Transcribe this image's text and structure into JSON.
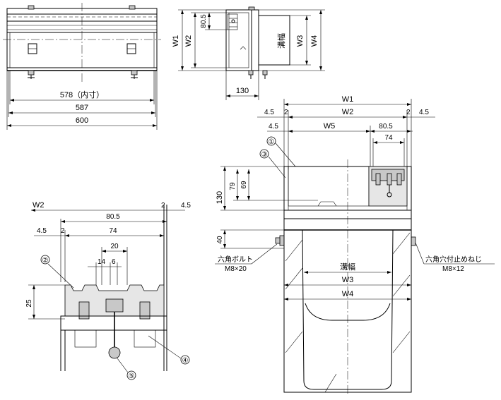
{
  "dims_top_left": {
    "inner": "578（内寸）",
    "mid": "587",
    "outer": "600"
  },
  "dims_top_middle": {
    "w1": "W1",
    "w2": "W2",
    "d805": "80.5",
    "d130": "130",
    "mizohaba": "溝幅",
    "w3": "W3",
    "w4": "W4"
  },
  "dims_right": {
    "w1": "W1",
    "w2": "W2",
    "d45a": "4.5",
    "d2a": "2",
    "d2b": "2",
    "d45b": "4.5",
    "d45c": "4.5",
    "w5": "W5",
    "d805": "80.5",
    "d74": "74",
    "d130": "130",
    "d79": "79",
    "d69": "69",
    "d40": "40",
    "mizohaba": "溝幅",
    "w3": "W3",
    "w4": "W4",
    "bolt_label": "六角ボルト",
    "bolt_spec": "M8×20",
    "nut_label": "六角穴付止めねじ",
    "nut_spec": "M8×12",
    "mark1": "①",
    "mark3": "③"
  },
  "dims_bottom_left": {
    "w2": "W2",
    "d2": "2",
    "d45": "4.5",
    "d805": "80.5",
    "d45b": "4.5",
    "d2b": "2",
    "d74": "74",
    "d20": "20",
    "d14": "14",
    "d6": "6",
    "d25": "25",
    "mark2": "②",
    "mark4": "④",
    "mark5": "⑤"
  }
}
